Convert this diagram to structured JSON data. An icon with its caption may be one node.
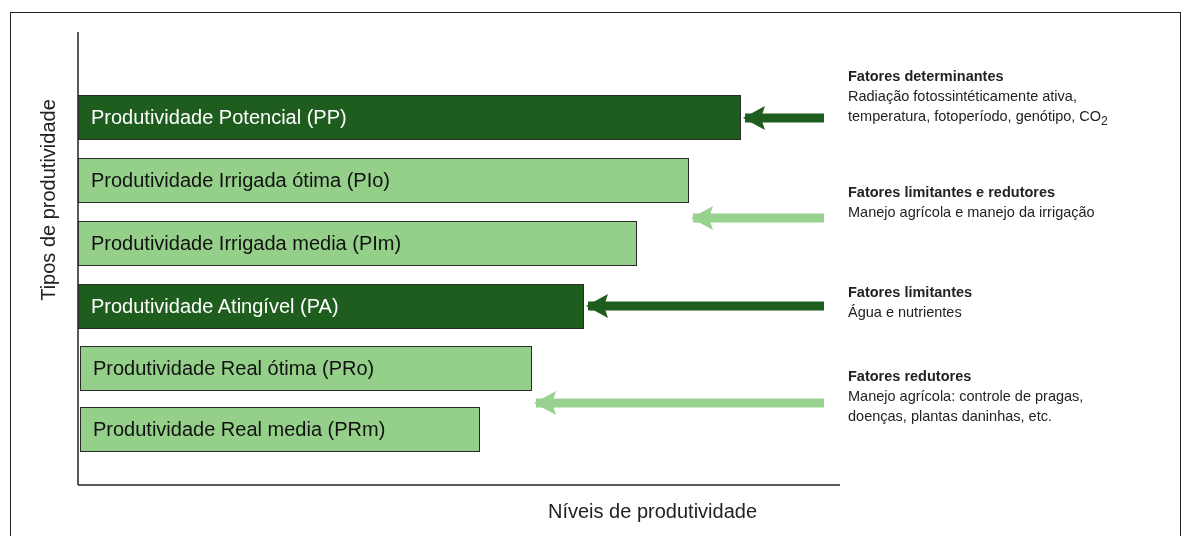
{
  "diagram": {
    "nodes": [
      {
        "text": [
          "Produtividade Potencial (PP)"
        ]
      },
      {
        "text": [
          "Produtividade Irrigada ótima (PIo)"
        ]
      },
      {
        "text": [
          "Produtividade Irrigada media (PIm)"
        ]
      },
      {
        "text": [
          "Produtividade Atingível (PA)"
        ]
      },
      {
        "text": [
          "Produtividade Real ótima (PRo)"
        ]
      },
      {
        "text": [
          "Produtividade Real media (PRm)"
        ]
      },
      {
        "text": [
          "Fatores determinantes",
          "Radiação fotossintéticamente ativa, temperatura, fotoperíodo, genótipo, CO$_{2}$"
        ]
      },
      {
        "text": [
          "Fatores limitantes e redutores",
          "Manejo agrícola e manejo da irrigação"
        ]
      },
      {
        "text": [
          "Fatores limitantes",
          "Água e nutrientes"
        ]
      },
      {
        "text": [
          "Fatores redutores",
          "Manejo agrícola: controle de pragas, doenças, plantas daninhas, etc."
        ]
      }
    ],
    "edges": [
      {
        "from": 6,
        "to": 0,
        "arrow": "to"
      },
      {
        "from": 7,
        "to": 1,
        "arrow": "to",
        "color": "#98d28f"
      },
      {
        "from": 8,
        "to": 3,
        "arrow": "to"
      },
      {
        "from": 9,
        "to": 4,
        "arrow": "to",
        "color": "#98d28f"
      }
    ],
    "labels": [
      "Tipos de produtividade",
      "Níveis de produtividade"
    ]
  }
}
